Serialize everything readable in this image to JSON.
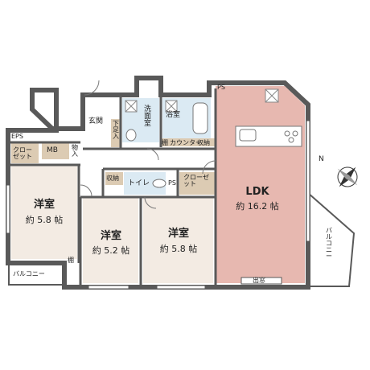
{
  "rooms": {
    "ldk": {
      "name": "LDK",
      "size": "約 16.2 帖"
    },
    "western1": {
      "name": "洋室",
      "size": "約 5.8 帖"
    },
    "western2": {
      "name": "洋室",
      "size": "約 5.2 帖"
    },
    "western3": {
      "name": "洋室",
      "size": "約 5.8 帖"
    }
  },
  "labels": {
    "entrance": "玄関",
    "washroom": "洗面室",
    "bathroom": "浴室",
    "shoebox": "下足入",
    "counter": "カウンター",
    "shelf": "棚",
    "storage": "収納",
    "storage2": "収納",
    "toilet": "トイレ",
    "ps": "PS",
    "ps2": "PS",
    "closet": "クローゼット",
    "closet_left": "クローゼット",
    "mb": "MB",
    "storage_mono": "物入",
    "eps": "EPS",
    "balcony_left": "バルコニー",
    "balcony_right": "バルコニー",
    "window": "出窓",
    "shelf2": "棚",
    "compass_n": "N"
  },
  "colors": {
    "ldk": "#e7b8b0",
    "western": "#f3ebe3",
    "wet": "#dbeaf3",
    "wood": "#dccbb3",
    "corridor": "#ffffff",
    "wall": "#595959",
    "balcony": "#ffffff"
  }
}
